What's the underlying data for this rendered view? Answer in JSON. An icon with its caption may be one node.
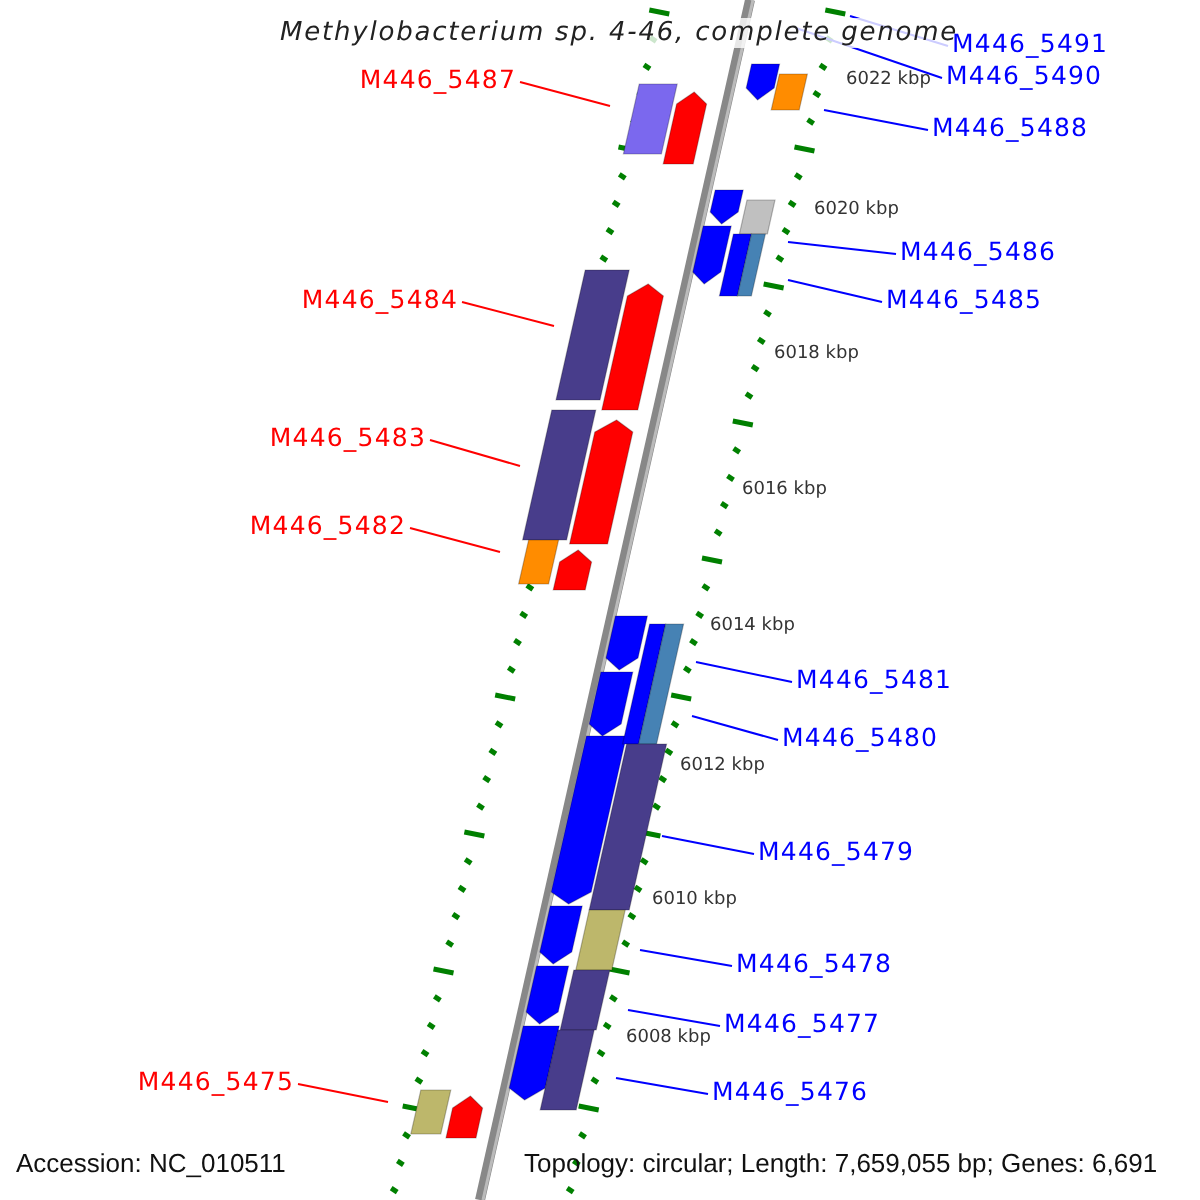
{
  "diagram": {
    "title": "Methylobacterium sp. 4-46, complete genome",
    "nodes": [
      {
        "text": [
          "M446_5491"
        ]
      },
      {
        "text": [
          "M446_5490"
        ]
      },
      {
        "text": [
          "M446_5487"
        ]
      },
      {
        "text": [
          "M446_5488"
        ]
      },
      {
        "text": [
          "M446_5486"
        ]
      },
      {
        "text": [
          "M446_5484"
        ]
      },
      {
        "text": [
          "M446_5485"
        ]
      },
      {
        "text": [
          "M446_5483"
        ]
      },
      {
        "text": [
          "M446_5482"
        ]
      },
      {
        "text": [
          "M446_5481"
        ]
      },
      {
        "text": [
          "M446_5480"
        ]
      },
      {
        "text": [
          "M446_5479"
        ]
      },
      {
        "text": [
          "M446_5478"
        ]
      },
      {
        "text": [
          "M446_5477"
        ]
      },
      {
        "text": [
          "M446_5475"
        ]
      },
      {
        "text": [
          "M446_5476"
        ]
      }
    ],
    "edges": [
      {
        "from": 0,
        "to": null,
        "arrow": "none"
      },
      {
        "from": 1,
        "to": null,
        "arrow": "none"
      },
      {
        "from": 2,
        "to": null,
        "arrow": "none",
        "color": "#ff0000"
      },
      {
        "from": 3,
        "to": null,
        "arrow": "none"
      },
      {
        "from": 4,
        "to": null,
        "arrow": "none"
      },
      {
        "from": 5,
        "to": null,
        "arrow": "none",
        "color": "#ff0000"
      },
      {
        "from": 6,
        "to": null,
        "arrow": "none"
      },
      {
        "from": 7,
        "to": null,
        "arrow": "none",
        "color": "#ff0000"
      },
      {
        "from": 8,
        "to": null,
        "arrow": "none",
        "color": "#ff0000"
      },
      {
        "from": 9,
        "to": null,
        "arrow": "none"
      },
      {
        "from": 10,
        "to": null,
        "arrow": "none"
      },
      {
        "from": 11,
        "to": null,
        "arrow": "none"
      },
      {
        "from": 12,
        "to": null,
        "arrow": "none"
      },
      {
        "from": 13,
        "to": null,
        "arrow": "none"
      },
      {
        "from": 14,
        "to": null,
        "arrow": "none",
        "color": "#ff0000"
      },
      {
        "from": 15,
        "to": null,
        "arrow": "none"
      }
    ],
    "labels": [
      "6022 kbp",
      "6020 kbp",
      "6018 kbp",
      "6016 kbp",
      "6014 kbp",
      "6012 kbp",
      "6010 kbp",
      "6008 kbp",
      "Accession: NC_010511",
      "Topology: circular; Length: 7,659,055 bp; Genes: 6,691"
    ]
  }
}
